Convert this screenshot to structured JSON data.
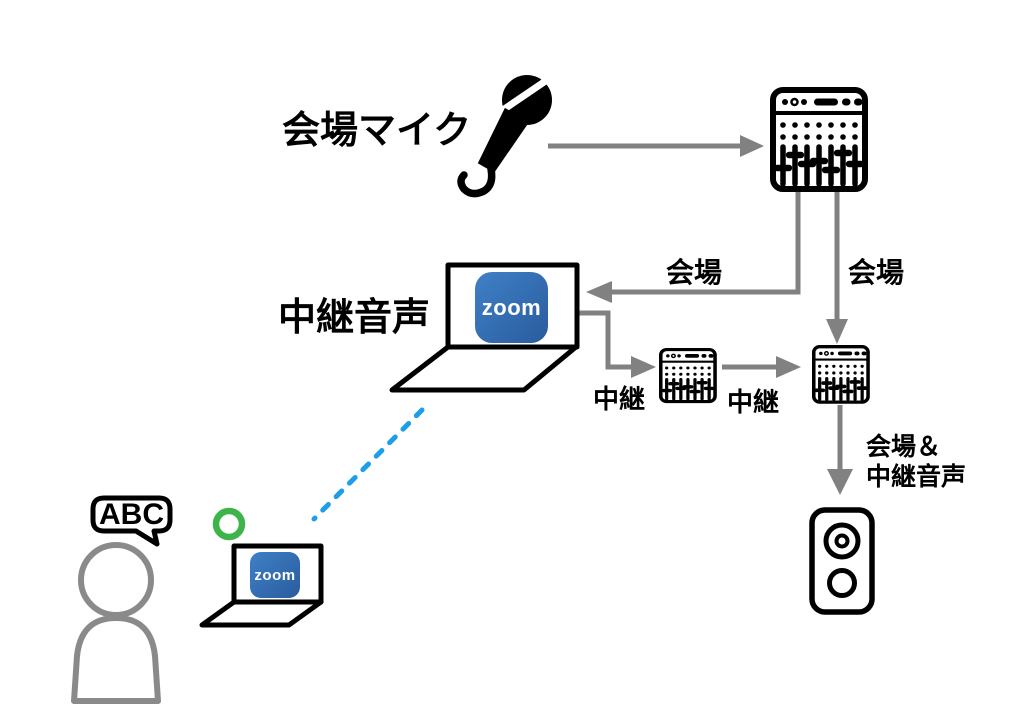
{
  "diagram": {
    "title": "zoom-relay-audio-routing-diagram",
    "nodes": {
      "venue_mic": {
        "label": "会場マイク",
        "icon": "microphone-icon"
      },
      "main_mixer": {
        "icon": "audio-mixer-icon"
      },
      "host_laptop": {
        "label": "中継音声",
        "icon": "laptop-icon",
        "app": "zoom"
      },
      "sub_mixer": {
        "icon": "audio-mixer-icon"
      },
      "output_mixer": {
        "icon": "audio-mixer-icon"
      },
      "speaker": {
        "icon": "speaker-icon"
      },
      "remote_participant": {
        "speech": "ABC",
        "icon": "person-icon",
        "app": "zoom",
        "status_ring": "green"
      }
    },
    "edges": {
      "mic_to_mixer": {
        "label": ""
      },
      "mixer_to_laptop": {
        "label": "会場"
      },
      "mixer_to_output": {
        "label": "会場"
      },
      "laptop_to_submixer": {
        "label": "中継"
      },
      "submixer_to_output": {
        "label": "中継"
      },
      "output_to_speaker": {
        "label_line1": "会場＆",
        "label_line2": "中継音声"
      },
      "network_link": {
        "style": "dotted"
      }
    },
    "colors": {
      "arrow_gray": "#818181",
      "person_gray": "#8a8a8a",
      "zoom_blue_start": "#3f80c7",
      "zoom_blue_end": "#2a5c9e",
      "network_dotted_blue": "#1c9ee8",
      "status_ring_green": "#3cb44a",
      "ink": "#000000",
      "background": "#ffffff"
    }
  }
}
